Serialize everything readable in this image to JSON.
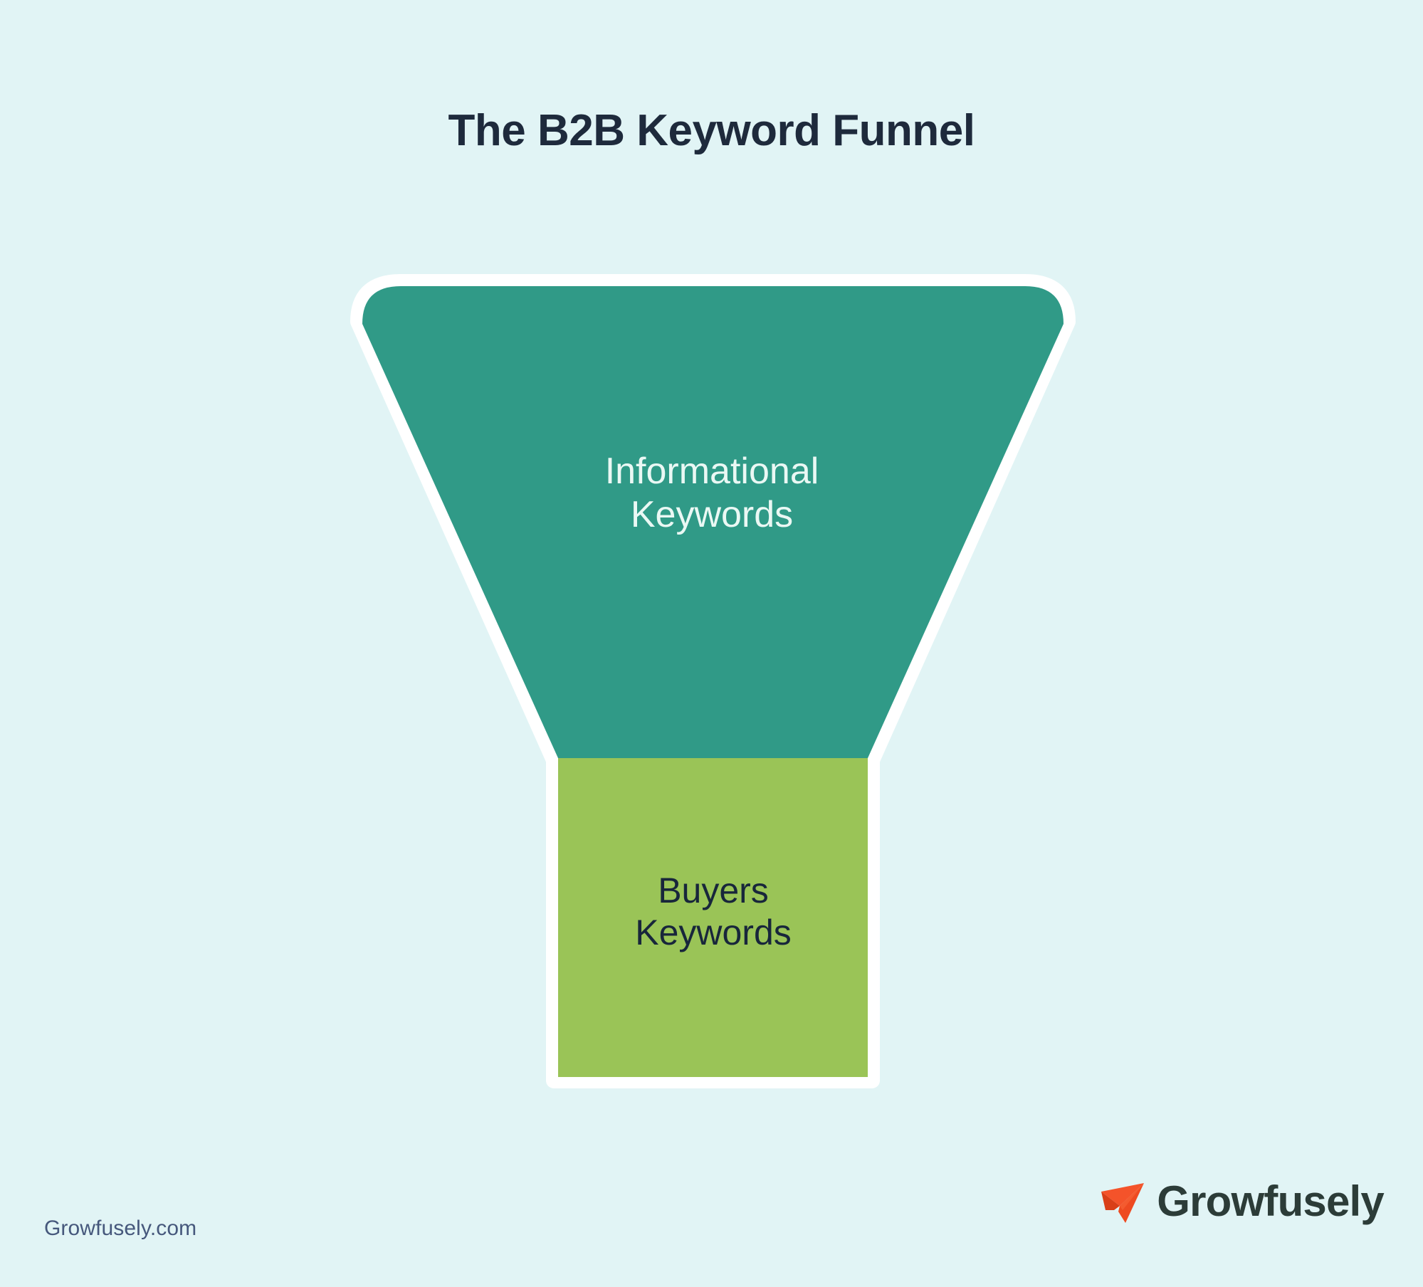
{
  "page": {
    "background_color": "#e1f4f5",
    "title": "The B2B Keyword Funnel"
  },
  "funnel": {
    "stages": [
      {
        "id": "informational",
        "label_line1": "Informational",
        "label_line2": "Keywords",
        "fill_color": "#309a87",
        "text_color": "#eaf8f4",
        "shape": "trapezoid"
      },
      {
        "id": "buyers",
        "label_line1": "Buyers",
        "label_line2": "Keywords",
        "fill_color": "#9ac457",
        "text_color": "#18263b",
        "shape": "rectangle"
      }
    ],
    "outline_color": "#ffffff"
  },
  "footer": {
    "site_url": "Growfusely.com",
    "site_url_color": "#46587c",
    "brand_name": "Growfusely",
    "brand_name_color": "#2c3c38",
    "brand_icon": "paper-plane-icon",
    "brand_icon_color": "#f04a22"
  }
}
